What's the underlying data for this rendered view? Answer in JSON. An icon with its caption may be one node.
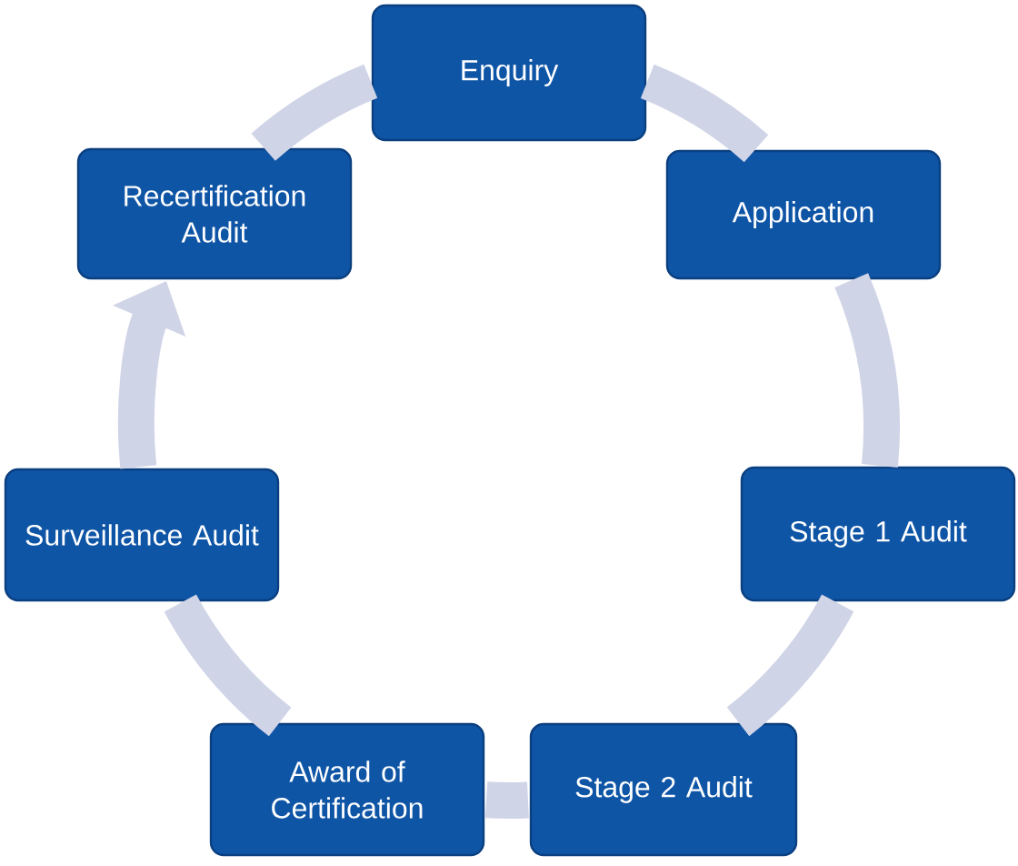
{
  "diagram": {
    "nodes": [
      {
        "text": [
          "Enquiry"
        ]
      },
      {
        "text": [
          "Application"
        ]
      },
      {
        "text": [
          "Stage 1 Audit"
        ]
      },
      {
        "text": [
          "Stage 2 Audit"
        ]
      },
      {
        "text": [
          "Award of Certification"
        ]
      },
      {
        "text": [
          "Surveillance Audit"
        ]
      },
      {
        "text": [
          "Recertification Audit"
        ]
      }
    ],
    "edges": [
      {
        "from": 0,
        "to": 1,
        "arrow": "none"
      },
      {
        "from": 1,
        "to": 2,
        "arrow": "none"
      },
      {
        "from": 2,
        "to": 3,
        "arrow": "none"
      },
      {
        "from": 3,
        "to": 4,
        "arrow": "none"
      },
      {
        "from": 4,
        "to": 5,
        "arrow": "none"
      },
      {
        "from": 5,
        "to": 6,
        "arrow": "to"
      },
      {
        "from": 6,
        "to": 0,
        "arrow": "none"
      }
    ]
  }
}
